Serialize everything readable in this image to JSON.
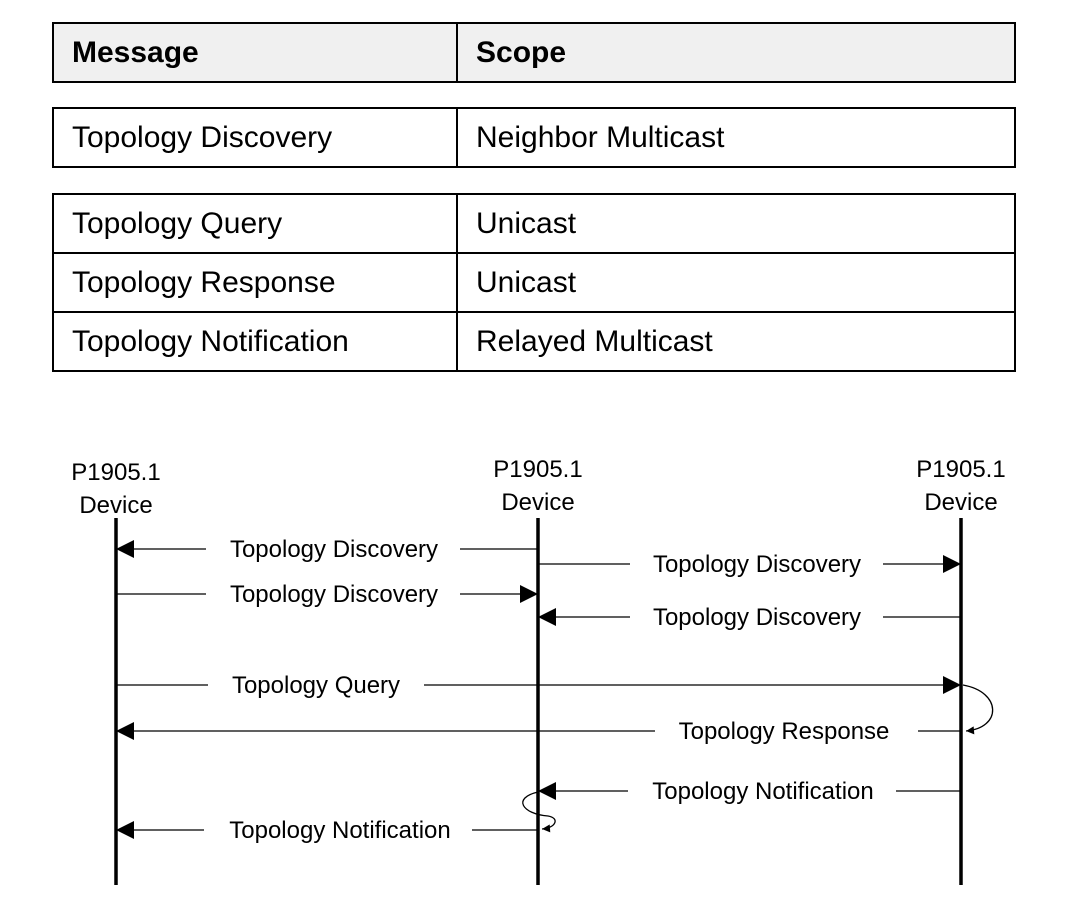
{
  "table": {
    "header": {
      "message": "Message",
      "scope": "Scope"
    },
    "group1": [
      {
        "message": "Topology Discovery",
        "scope": "Neighbor Multicast"
      }
    ],
    "group2": [
      {
        "message": "Topology Query",
        "scope": "Unicast"
      },
      {
        "message": "Topology Response",
        "scope": "Unicast"
      },
      {
        "message": "Topology Notification",
        "scope": "Relayed Multicast"
      }
    ]
  },
  "diagram": {
    "devices": [
      {
        "line1": "P1905.1",
        "line2": "Device"
      },
      {
        "line1": "P1905.1",
        "line2": "Device"
      },
      {
        "line1": "P1905.1",
        "line2": "Device"
      }
    ],
    "messages": [
      {
        "label": "Topology Discovery",
        "from": 1,
        "to": 0
      },
      {
        "label": "Topology Discovery",
        "from": 1,
        "to": 2
      },
      {
        "label": "Topology Discovery",
        "from": 0,
        "to": 1
      },
      {
        "label": "Topology Discovery",
        "from": 2,
        "to": 1
      },
      {
        "label": "Topology Query",
        "from": 0,
        "to": 2
      },
      {
        "label": "Topology Response",
        "from": 2,
        "to": 0
      },
      {
        "label": "Topology Notification",
        "from": 2,
        "to": 1
      },
      {
        "label": "Topology Notification",
        "from": 1,
        "to": 0
      }
    ]
  }
}
